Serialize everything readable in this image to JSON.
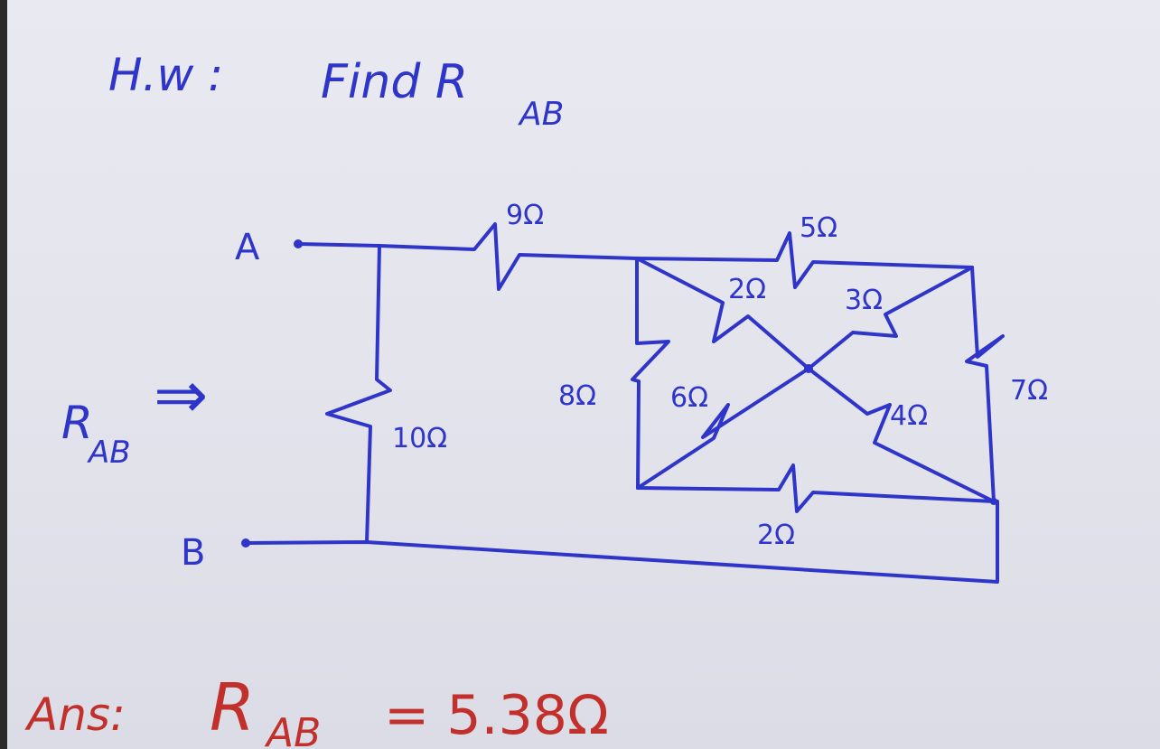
{
  "title": {
    "prefix": "H.w :",
    "text": "Find R",
    "subscript": "AB"
  },
  "nodes": {
    "a": "A",
    "b": "B"
  },
  "rab_arrow": {
    "label": "R",
    "subscript": "AB",
    "arrow": "⇒"
  },
  "resistors": {
    "r9": "9Ω",
    "r10": "10Ω",
    "r5": "5Ω",
    "r2_upper": "2Ω",
    "r3": "3Ω",
    "r8": "8Ω",
    "r6": "6Ω",
    "r4": "4Ω",
    "r7": "7Ω",
    "r2_lower": "2Ω"
  },
  "answer": {
    "prefix": "Ans:",
    "label": "R",
    "subscript": "AB",
    "value": "= 5.38Ω"
  },
  "colors": {
    "ink_blue": "#2f35c9",
    "ink_red": "#c2302b",
    "paper": "#e6e6ee"
  }
}
